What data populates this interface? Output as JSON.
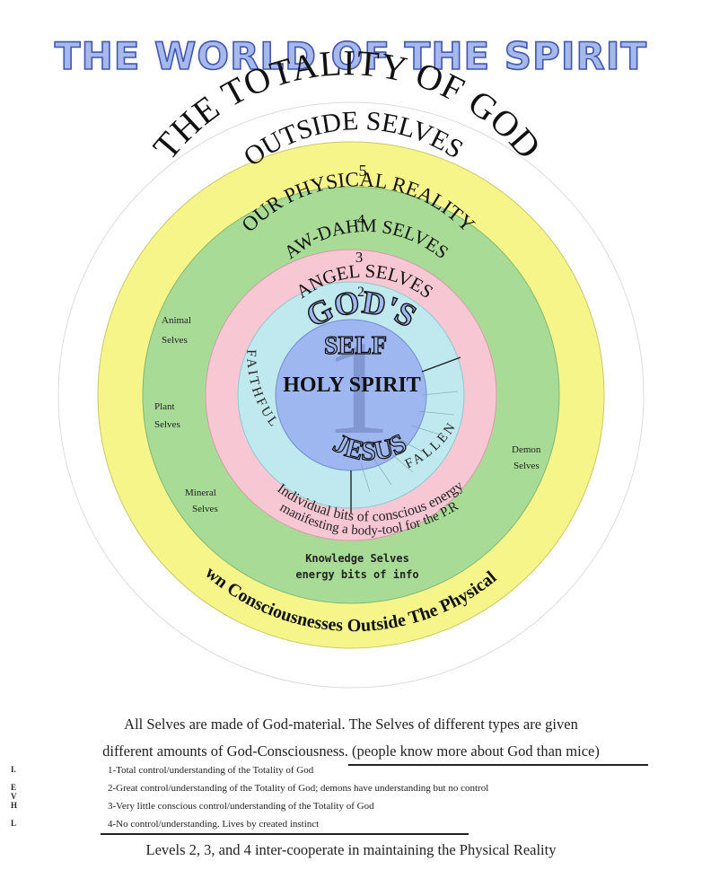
{
  "title": "THE WORLD OF THE SPIRIT",
  "rings": {
    "totality": "THE TOTALITY OF GOD",
    "level5": {
      "name": "OUTSIDE SELVES",
      "number": "5"
    },
    "level4": {
      "name": "OUR PHYSICAL REALITY",
      "number": "4"
    },
    "level3": {
      "name": "AW-DAHM SELVES",
      "number": "3"
    },
    "level2": {
      "name": "ANGEL SELVES",
      "number": "2"
    },
    "core": {
      "gods": "GOD'S",
      "self": "SELF",
      "holy_spirit": "HOLY SPIRIT",
      "jesus": "JESUS",
      "number": "1"
    },
    "faithful": "FAITHFUL",
    "fallen": "FALLEN"
  },
  "labels": {
    "animal": [
      "Animal",
      "Selves"
    ],
    "plant": [
      "Plant",
      "Selves"
    ],
    "mineral": [
      "Mineral",
      "Selves"
    ],
    "demon": [
      "Demon",
      "Selves"
    ],
    "individual_line1": "Individual bits of conscious energy",
    "individual_line2": "manifesting a body-tool for the P.R",
    "knowledge_line1": "Knowledge Selves",
    "knowledge_line2": "energy bits of info",
    "unknown": "Unknown Consciousnesses Outside The Physical Reality"
  },
  "caption": {
    "line1": "All Selves are made of God-material.  The Selves of different types are given",
    "line2": "different amounts of God-Consciousness. (people know more about God than mice)"
  },
  "levels": [
    {
      "mark": "I.",
      "text": "1-Total control/understanding of the Totality of God"
    },
    {
      "mark": "E",
      "text": "2-Great control/understanding of the Totality of God; demons have understanding but no control"
    },
    {
      "mark": "H",
      "text": "3-Very little conscious control/understanding of the Totality of God"
    },
    {
      "mark": "L",
      "text": "4-No control/understanding. Lives by created instinct"
    }
  ],
  "level_side_mark": "V",
  "footer": "Levels 2, 3, and 4 inter-cooperate in maintaining the Physical Reality",
  "colors": {
    "title_fill": "#a7b8ea",
    "title_outline": "#3f56b5",
    "yellow_ring": "#f5f58a",
    "green_ring": "#a8dc96",
    "pink_ring": "#f7c8d4",
    "cyan_ring": "#bfe9ee",
    "core_blue": "#9fb7f0"
  }
}
